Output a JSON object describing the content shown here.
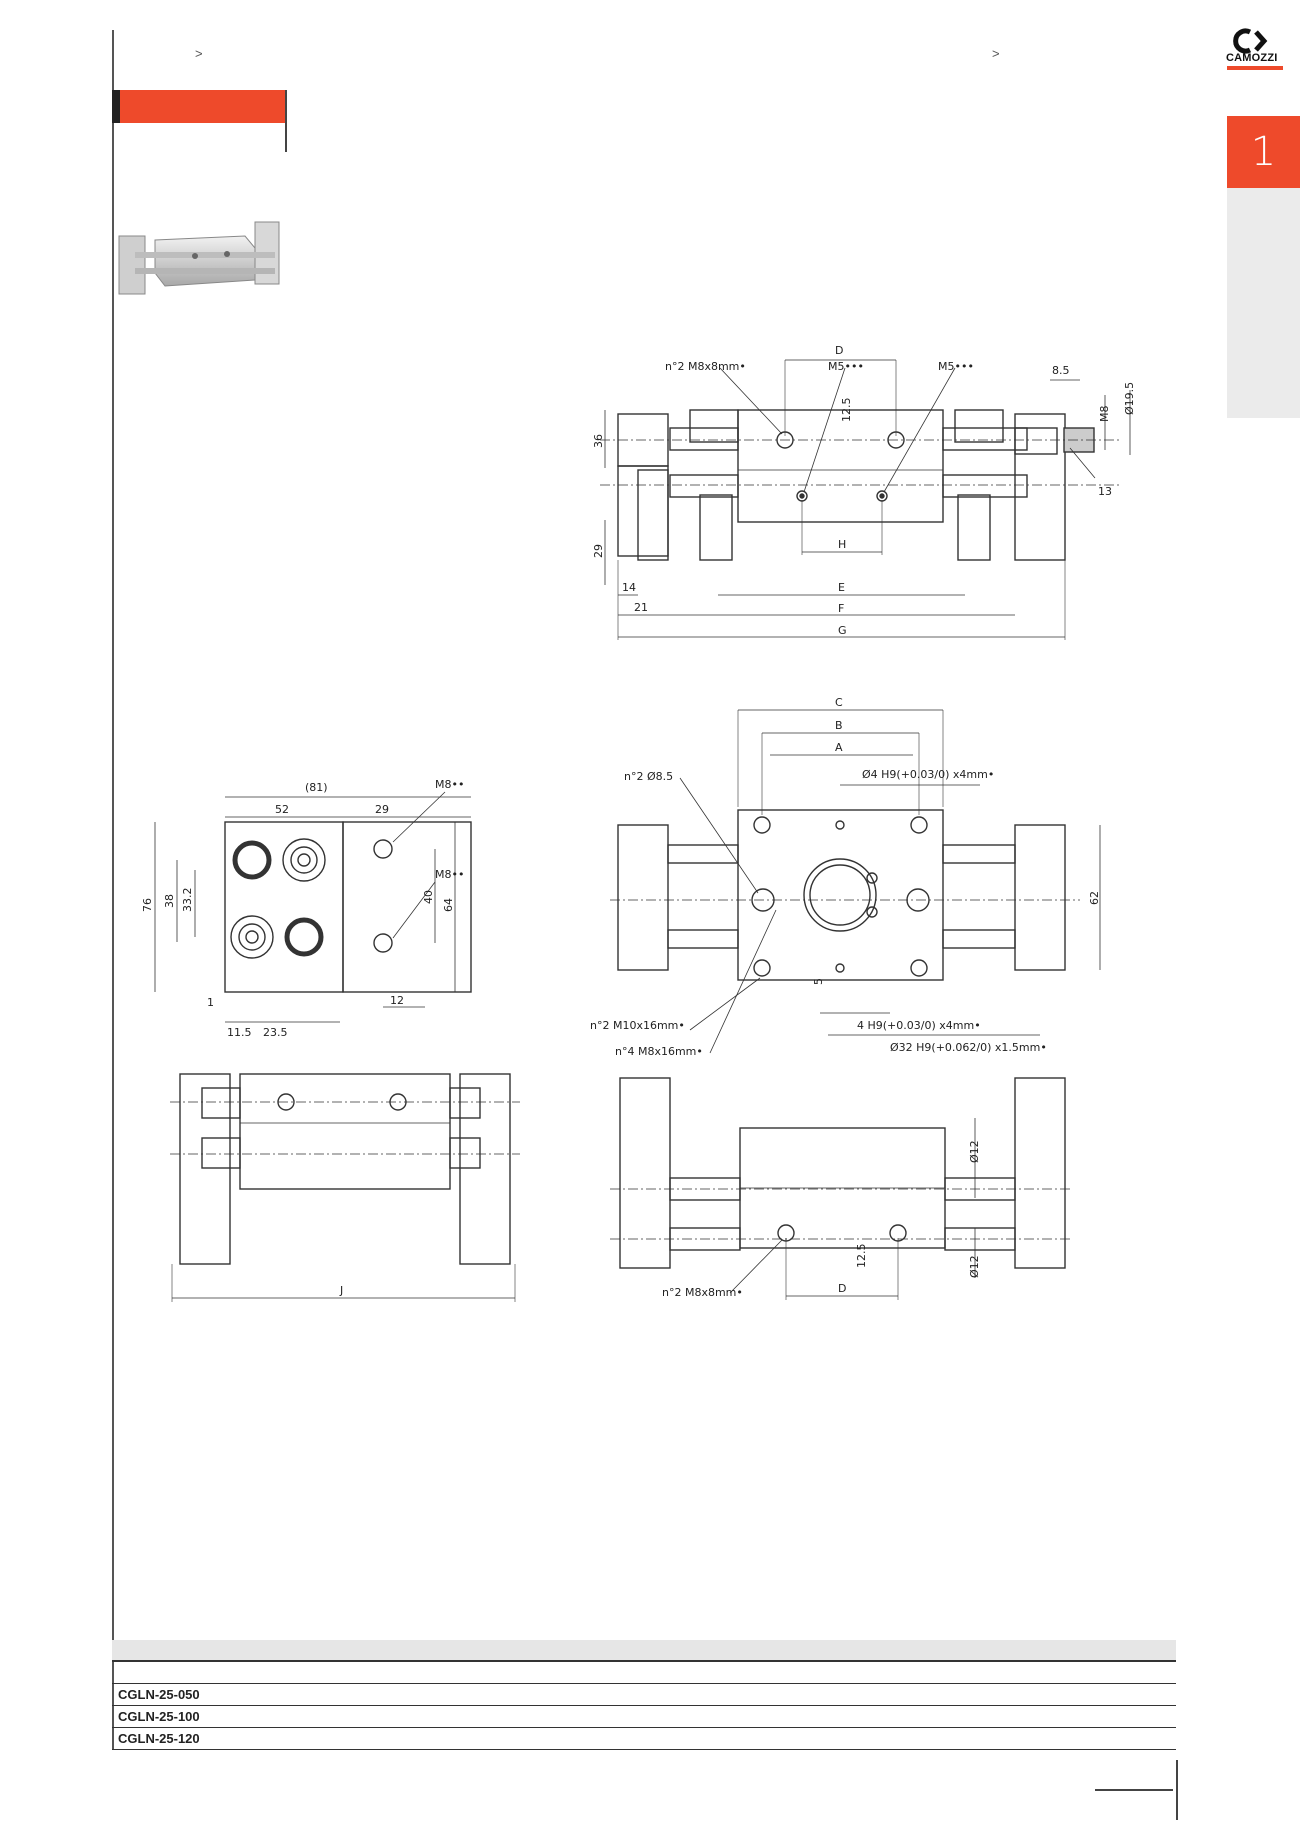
{
  "header": {
    "crumb_left": ">",
    "crumb_right": ">",
    "logo_text": "CAMOZZI",
    "logo_mark": "CK"
  },
  "sidebar": {
    "tab_number": "1"
  },
  "colors": {
    "accent": "#ee4a2b",
    "sidebar_grey": "#ebebeb",
    "line": "#333333",
    "table_header": "#e6e6e6"
  },
  "drawings": {
    "top_view": {
      "D": "D",
      "n2_m8x8": "n°2  M8x8mm•",
      "m5_a": "M5•••",
      "m5_b": "M5•••",
      "d8_5": "8.5",
      "d12_5": "12.5",
      "d_m8": "M8",
      "d19_5": "Ø19.5",
      "d36": "36",
      "d29": "29",
      "H": "H",
      "d13": "13",
      "d14": "14",
      "d21": "21",
      "E": "E",
      "F": "F",
      "G": "G"
    },
    "side_view": {
      "d81": "(81)",
      "d52": "52",
      "d29": "29",
      "m8_a": "M8••",
      "m8_b": "M8••",
      "d76": "76",
      "d38": "38",
      "d33_2": "33.2",
      "d40": "40",
      "d64": "64",
      "d1": "1",
      "d11_5": "11.5",
      "d23_5": "23.5",
      "d12": "12"
    },
    "front_view": {
      "C": "C",
      "B": "B",
      "A": "A",
      "n2_d8_5": "n°2  Ø8.5",
      "d4_h9": "Ø4  H9(+0.03/0) x4mm•",
      "d62": "62",
      "d5": "5",
      "n2_m10": "n°2  M10x16mm•",
      "n4_m8": "n°4  M8x16mm•",
      "d4h9_b": "4  H9(+0.03/0) x4mm•",
      "d32_h9": "Ø32  H9(+0.062/0) x1.5mm•"
    },
    "bottom_left": {
      "J": "J"
    },
    "bottom_right": {
      "d12_a": "Ø12",
      "d12_b": "Ø12",
      "d12_5": "12.5",
      "D": "D",
      "n2_m8x8": "n°2  M8x8mm•"
    }
  },
  "table": {
    "rows": [
      "CGLN-25-050",
      "CGLN-25-100",
      "CGLN-25-120"
    ]
  }
}
